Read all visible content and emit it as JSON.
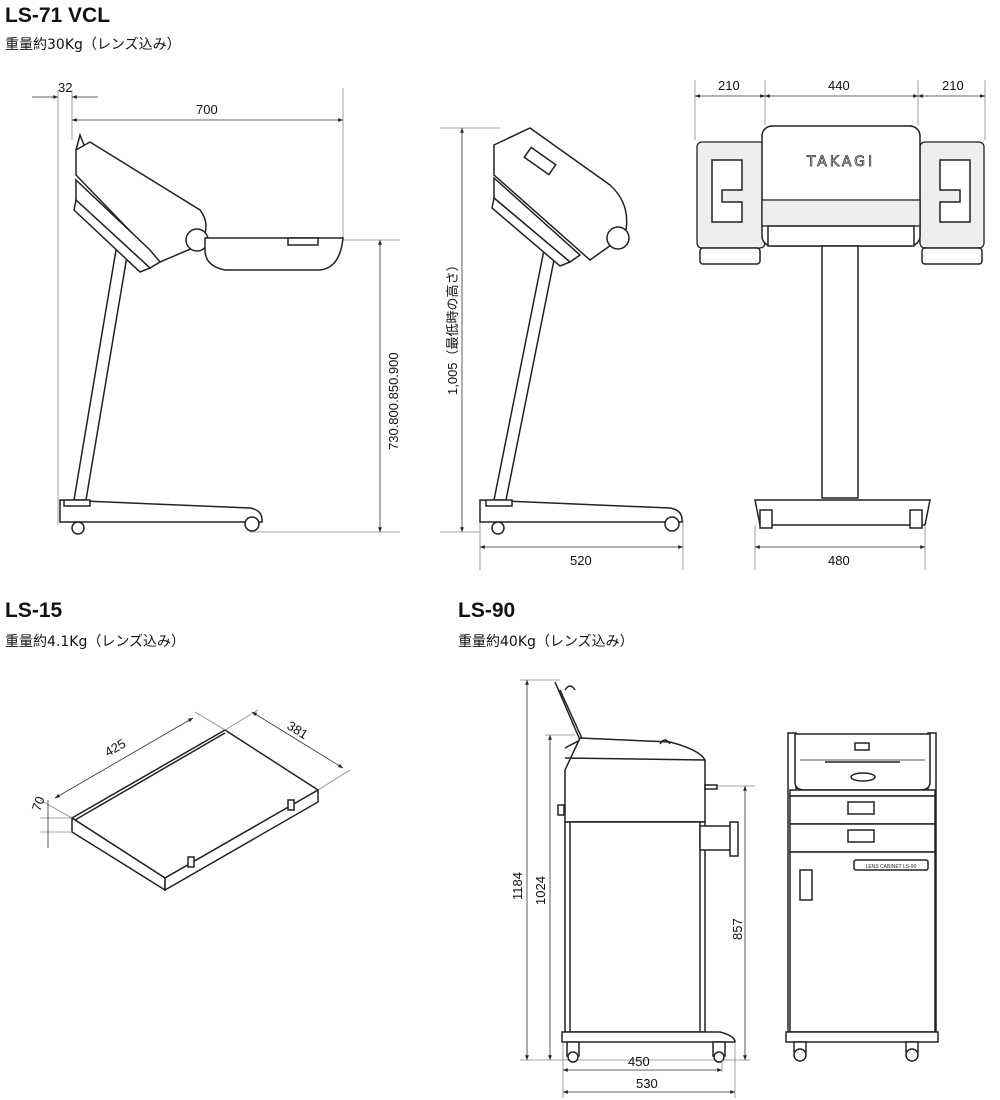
{
  "ls71": {
    "title": "LS-71 VCL",
    "weight": "重量約30Kg（レンズ込み）",
    "dims": {
      "offset": "32",
      "depth": "700",
      "heights": "730.800.850.900",
      "min_height": "1,005（最低時の高さ）",
      "base_depth": "520",
      "side_width_left": "210",
      "center_width": "440",
      "side_width_right": "210",
      "base_width": "480"
    },
    "logo": "TAKAGI"
  },
  "ls15": {
    "title": "LS-15",
    "weight": "重量約4.1Kg（レンズ込み）",
    "dims": {
      "length": "425",
      "width": "381",
      "height": "70"
    }
  },
  "ls90": {
    "title": "LS-90",
    "weight": "重量約40Kg（レンズ込み）",
    "dims": {
      "total_height": "1184",
      "body_height": "1024",
      "desk_height": "857",
      "inner_depth": "450",
      "depth": "530"
    },
    "label_plate": "LENS CABINET LS-90"
  }
}
